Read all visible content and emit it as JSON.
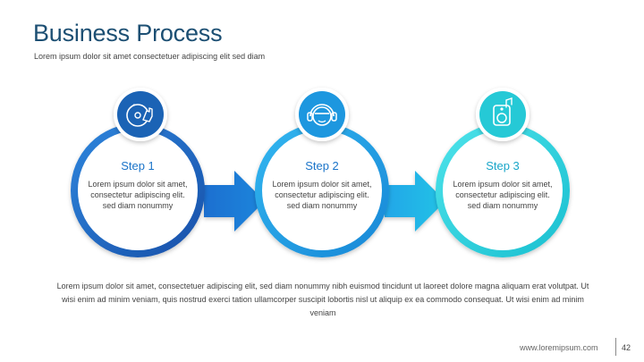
{
  "title": "Business Process",
  "subtitle": "Lorem ipsum dolor sit amet consectetuer adipiscing elit sed diam",
  "steps": [
    {
      "label": "Step 1",
      "text": "Lorem ipsum dolor sit amet, consectetur adipiscing elit. sed diam nonummy",
      "icon": "turntable-hand-icon",
      "color": "#1a5fb4"
    },
    {
      "label": "Step 2",
      "text": "Lorem ipsum dolor sit amet, consectetur adipiscing elit. sed diam nonummy",
      "icon": "headphones-face-icon",
      "color": "#1e9be0"
    },
    {
      "label": "Step 3",
      "text": "Lorem ipsum dolor sit amet, consectetur adipiscing elit. sed diam nonummy",
      "icon": "speaker-music-icon",
      "color": "#22ccd8"
    }
  ],
  "body_text": "Lorem ipsum dolor sit amet, consectetuer adipiscing elit, sed diam nonummy nibh euismod tincidunt ut laoreet dolore magna aliquam erat volutpat. Ut wisi enim ad minim veniam, quis nostrud exerci tation ullamcorper suscipit lobortis nisl ut aliquip ex ea commodo consequat. Ut wisi enim ad minim veniam",
  "footer": {
    "url": "www.loremipsum.com",
    "page": "42"
  }
}
